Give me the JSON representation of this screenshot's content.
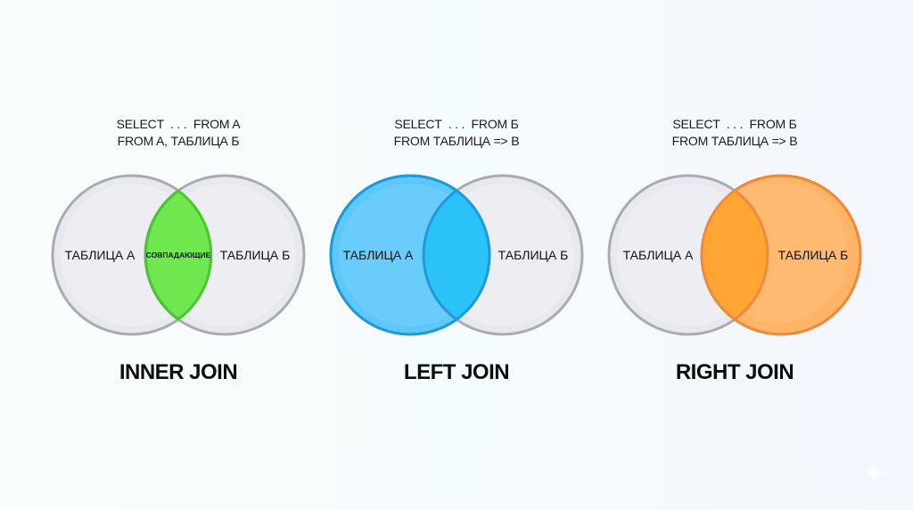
{
  "panels": [
    {
      "id": "inner",
      "sql_line1": "SELECT  . . .  FROM A",
      "sql_line2": "FROM A, ТАБЛИЦА Б",
      "left_label": "ТАБЛИЦА А",
      "right_label": "ТАБЛИЦА Б",
      "center_label": "СОВПАДАЮЩИЕ",
      "title": "INNER JOIN",
      "highlight": "intersection",
      "highlight_color": "#6fe84f",
      "highlight_stroke": "#4cc436"
    },
    {
      "id": "left",
      "sql_line1": "SELECT  . . .  FROM Б",
      "sql_line2": "FROM ТАБЛИЦА => В",
      "left_label": "ТАБЛИЦА А",
      "right_label": "ТАБЛИЦА Б",
      "title": "LEFT JOIN",
      "highlight": "left",
      "highlight_color": "#5ec8fb",
      "highlight_stroke": "#1f9ad6"
    },
    {
      "id": "right",
      "sql_line1": "SELECT  . . .  FROM Б",
      "sql_line2": "FROM ТАБЛИЦА => В",
      "left_label": "ТАБЛИЦА А",
      "right_label": "ТАБЛИЦА Б",
      "title": "RIGHT JOIN",
      "highlight": "right",
      "highlight_color": "#ffb468",
      "highlight_stroke": "#ee8a3c"
    }
  ],
  "colors": {
    "neutral_fill": "#e8e9ee",
    "neutral_stroke": "#a9abb2",
    "text": "#111111"
  },
  "watermark": {
    "icon": "sparkle-icon"
  }
}
